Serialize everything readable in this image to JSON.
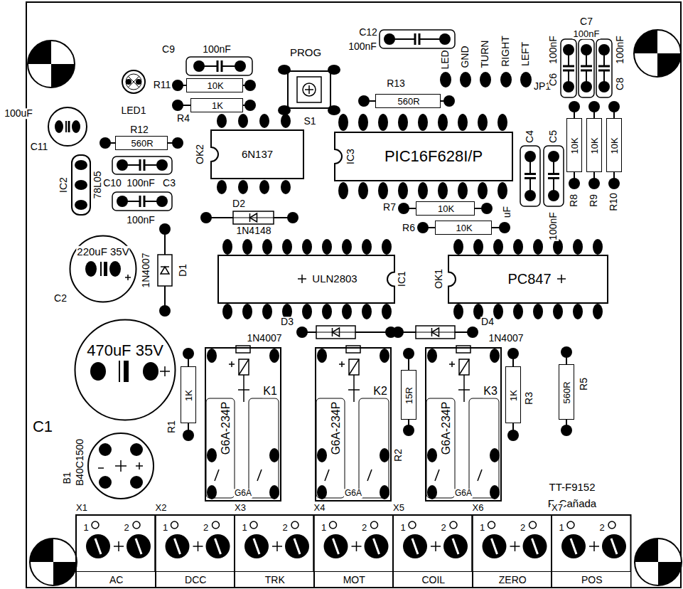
{
  "diagram": {
    "nodes": [
      {
        "text": [
          "10K"
        ]
      },
      {
        "text": [
          "560R"
        ]
      },
      {
        "text": [
          "1K"
        ]
      },
      {
        "text": [
          "560R"
        ]
      },
      {
        "text": [
          "OK2",
          "6N137"
        ]
      },
      {
        "text": [
          "IC3",
          "PIC16F628I/P"
        ]
      },
      {
        "text": [
          "10K"
        ]
      },
      {
        "text": [
          "10K"
        ]
      },
      {
        "text": [
          "10K"
        ]
      },
      {
        "text": [
          "10K"
        ]
      },
      {
        "text": [
          "10K"
        ]
      },
      {
        "text": [
          "220uF 35V"
        ]
      },
      {
        "text": [
          "ULN2803",
          "IC1"
        ]
      },
      {
        "text": [
          "OK1",
          "PC847"
        ]
      },
      {
        "text": [
          "470uF 35V"
        ]
      },
      {
        "text": [
          "1K"
        ]
      },
      {
        "text": [
          "K1",
          "G6A-234P",
          "G6A"
        ]
      },
      {
        "text": [
          "15R"
        ]
      },
      {
        "text": [
          "K2",
          "G6A-234P",
          "G6A"
        ]
      },
      {
        "text": [
          "1K"
        ]
      },
      {
        "text": [
          "K3",
          "G6A-234P",
          "G6A"
        ]
      },
      {
        "text": [
          "560R"
        ]
      },
      {
        "text": [
          "AC"
        ]
      },
      {
        "text": [
          "DCC"
        ]
      },
      {
        "text": [
          "TRK"
        ]
      },
      {
        "text": [
          "MOT"
        ]
      },
      {
        "text": [
          "COIL"
        ]
      },
      {
        "text": [
          "ZERO"
        ]
      },
      {
        "text": [
          "POS"
        ]
      }
    ],
    "labels": [
      "C9",
      "100nF",
      "PROG",
      "C12",
      "100nF",
      "C7",
      "100nF",
      "R11",
      "LED1",
      "R4",
      "S1",
      "R13",
      "LED",
      "GND",
      "TURN",
      "RIGHT",
      "LEFT",
      "JP1",
      "C6",
      "100nF",
      "100nF",
      "C8",
      "100uF",
      "C11",
      "R12",
      "IC2",
      "78L05",
      "C10",
      "100nF",
      "C3",
      "100nF",
      "C4",
      "C5",
      "R8",
      "R9",
      "R10",
      "100nF",
      "uF",
      "R7",
      "R6",
      "D2",
      "1N4148",
      "D1",
      "1N4007",
      "C2",
      "D3",
      "D4",
      "1N4007",
      "1N4007",
      "C1",
      "R1",
      "R2",
      "R3",
      "R5",
      "B1",
      "B40C1500",
      "TT-F9152",
      "F. Cañada",
      "X1",
      "X2",
      "X3",
      "X4",
      "X5",
      "X6",
      "X7",
      "1",
      "2",
      "1",
      "2",
      "1",
      "2",
      "1",
      "2",
      "1",
      "2",
      "1",
      "2",
      "1",
      "2"
    ]
  }
}
